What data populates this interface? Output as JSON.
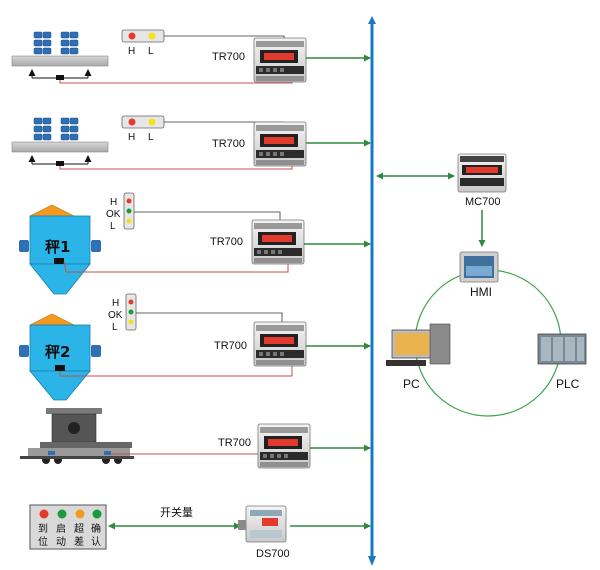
{
  "colors": {
    "bus": "#1a78c2",
    "link": "#2e8b3c",
    "wire": "#c0504d",
    "signal": "#333333",
    "tank": "#2bb4e8",
    "ring": "#3aa24a",
    "red": "#e53b2c",
    "yellow": "#f2e418",
    "green": "#1a9a3a",
    "orange": "#f39a1e"
  },
  "instruments": {
    "tr700": "TR700",
    "mc700": "MC700",
    "ds700": "DS700"
  },
  "lights": {
    "h": "H",
    "l": "L",
    "ok": "OK"
  },
  "tanks": {
    "tank1": "秤1",
    "tank2": "秤2"
  },
  "network": {
    "hmi": "HMI",
    "pc": "PC",
    "plc": "PLC"
  },
  "switch_link": "开关量",
  "panel_buttons": [
    {
      "line1": "到",
      "line2": "位",
      "lamp": "red"
    },
    {
      "line1": "启",
      "line2": "动",
      "lamp": "green"
    },
    {
      "line1": "超",
      "line2": "差",
      "lamp": "orange"
    },
    {
      "line1": "确",
      "line2": "认",
      "lamp": "green"
    }
  ],
  "icons": [
    "load-cell-icon",
    "display-panel-icon",
    "arrow-icon",
    "monitor-icon",
    "cabinet-icon",
    "plc-module-icon",
    "touch-screen-icon"
  ]
}
